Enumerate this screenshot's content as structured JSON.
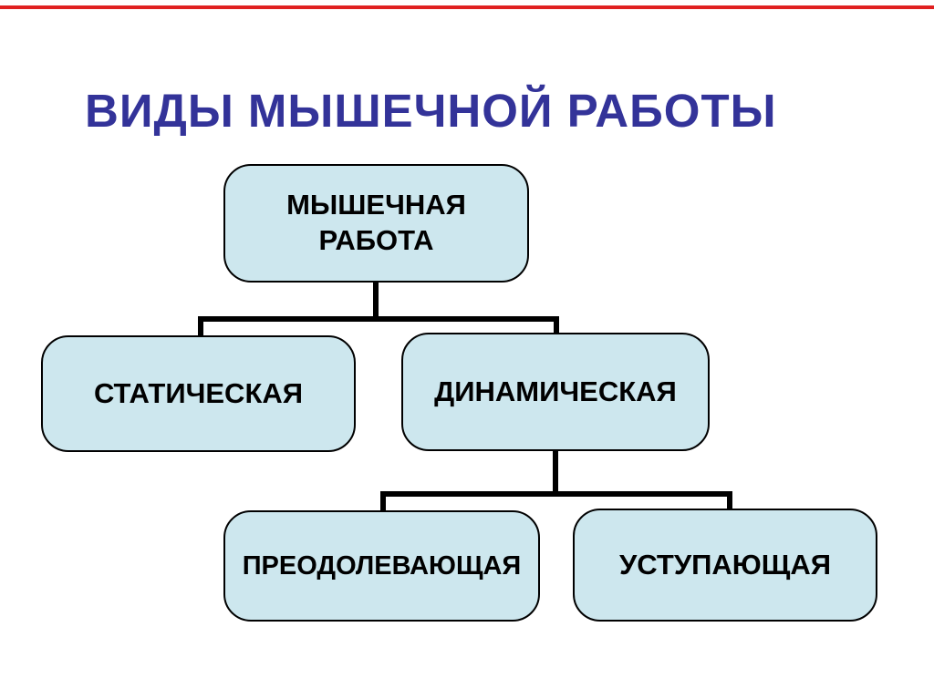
{
  "slide": {
    "title": "ВИДЫ МЫШЕЧНОЙ РАБОТЫ"
  },
  "colors": {
    "title_text": "#333399",
    "top_accent_line": "#e02020",
    "node_fill": "#cde7ee",
    "node_border": "#000000",
    "connector": "#000000",
    "background": "#ffffff"
  },
  "diagram": {
    "type": "hierarchy-tree",
    "nodes": [
      {
        "id": "root",
        "label": "МЫШЕЧНАЯ РАБОТА"
      },
      {
        "id": "static",
        "label": "СТАТИЧЕСКАЯ"
      },
      {
        "id": "dynamic",
        "label": "ДИНАМИЧЕСКАЯ"
      },
      {
        "id": "overcoming",
        "label": "ПРЕОДОЛЕВАЮЩАЯ"
      },
      {
        "id": "yielding",
        "label": "УСТУПАЮЩАЯ"
      }
    ],
    "edges": [
      {
        "from": "МЫШЕЧНАЯ РАБОТА",
        "to": "СТАТИЧЕСКАЯ"
      },
      {
        "from": "МЫШЕЧНАЯ РАБОТА",
        "to": "ДИНАМИЧЕСКАЯ"
      },
      {
        "from": "ДИНАМИЧЕСКАЯ",
        "to": "ПРЕОДОЛЕВАЮЩАЯ"
      },
      {
        "from": "ДИНАМИЧЕСКАЯ",
        "to": "УСТУПАЮЩАЯ"
      }
    ]
  }
}
